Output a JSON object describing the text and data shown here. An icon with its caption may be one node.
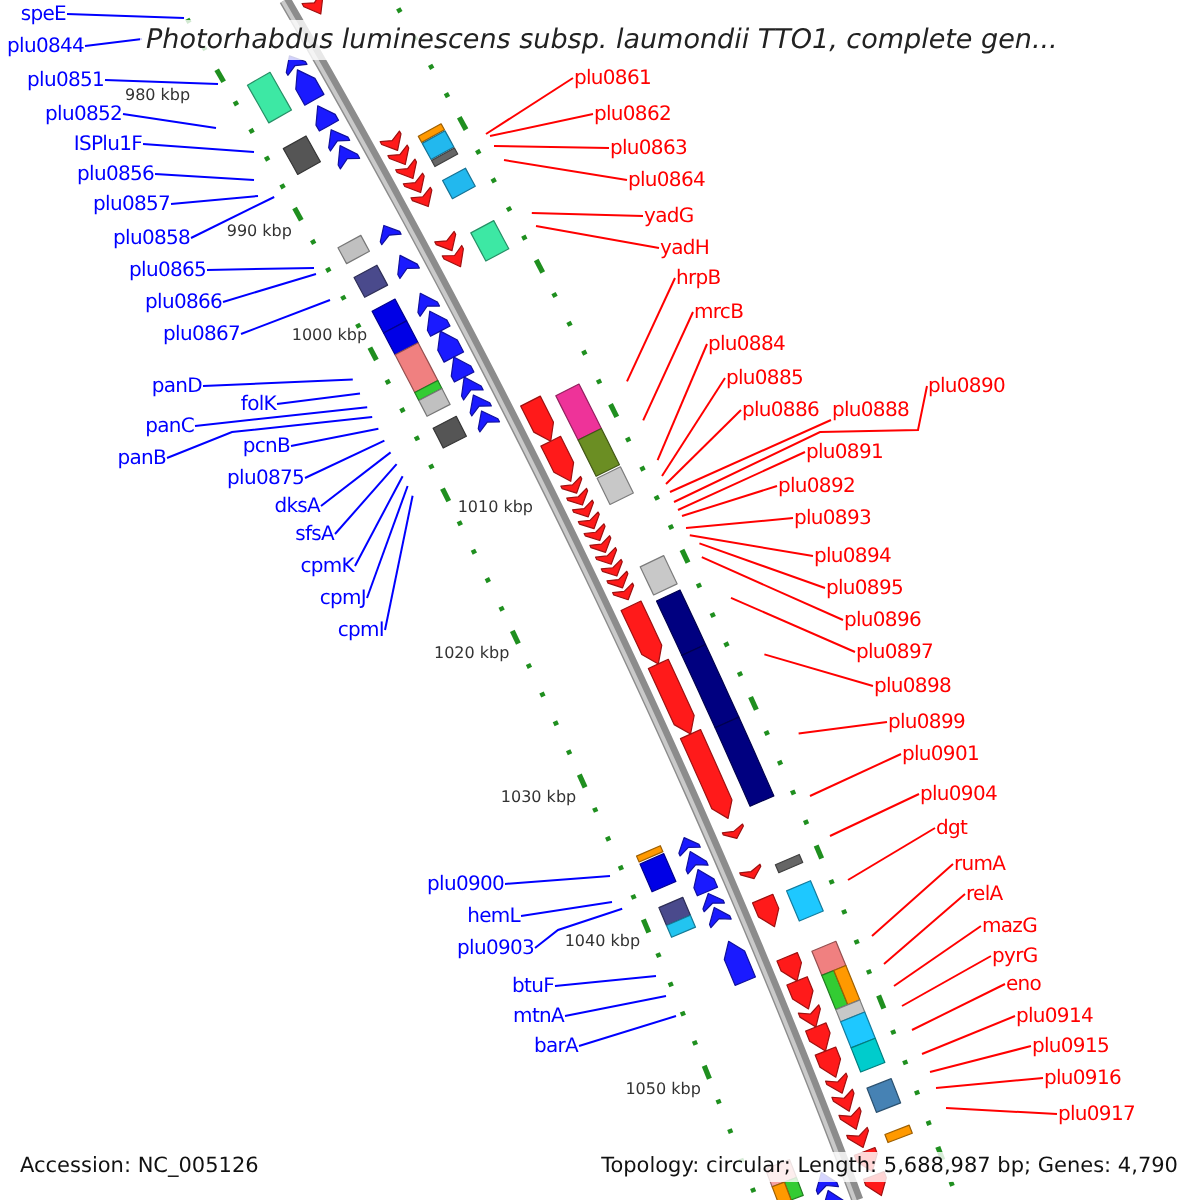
{
  "diagram": {
    "title": "Photorhabdus luminescens subsp. laumondii TTO1, complete gen...",
    "nodes": [
      {
        "text": [
          "speE"
        ]
      },
      {
        "text": [
          "plu0844"
        ]
      },
      {
        "text": [
          "plu0851"
        ]
      },
      {
        "text": [
          "plu0852"
        ]
      },
      {
        "text": [
          "ISPlu1F"
        ]
      },
      {
        "text": [
          "plu0856"
        ]
      },
      {
        "text": [
          "plu0857"
        ]
      },
      {
        "text": [
          "plu0858"
        ]
      },
      {
        "text": [
          "plu0865"
        ]
      },
      {
        "text": [
          "plu0866"
        ]
      },
      {
        "text": [
          "plu0867"
        ]
      },
      {
        "text": [
          "panD"
        ]
      },
      {
        "text": [
          "folK"
        ]
      },
      {
        "text": [
          "panC"
        ]
      },
      {
        "text": [
          "pcnB"
        ]
      },
      {
        "text": [
          "panB"
        ]
      },
      {
        "text": [
          "plu0875"
        ]
      },
      {
        "text": [
          "dksA"
        ]
      },
      {
        "text": [
          "sfsA"
        ]
      },
      {
        "text": [
          "cpmK"
        ]
      },
      {
        "text": [
          "cpmJ"
        ]
      },
      {
        "text": [
          "cpmI"
        ]
      },
      {
        "text": [
          "plu0861"
        ]
      },
      {
        "text": [
          "plu0862"
        ]
      },
      {
        "text": [
          "plu0863"
        ]
      },
      {
        "text": [
          "plu0864"
        ]
      },
      {
        "text": [
          "yadG"
        ]
      },
      {
        "text": [
          "yadH"
        ]
      },
      {
        "text": [
          "hrpB"
        ]
      },
      {
        "text": [
          "mrcB"
        ]
      },
      {
        "text": [
          "plu0884"
        ]
      },
      {
        "text": [
          "plu0885"
        ]
      },
      {
        "text": [
          "plu0890"
        ]
      },
      {
        "text": [
          "plu0886"
        ]
      },
      {
        "text": [
          "plu0888"
        ]
      },
      {
        "text": [
          "plu0891"
        ]
      },
      {
        "text": [
          "plu0892"
        ]
      },
      {
        "text": [
          "plu0893"
        ]
      },
      {
        "text": [
          "plu0894"
        ]
      },
      {
        "text": [
          "plu0895"
        ]
      },
      {
        "text": [
          "plu0896"
        ]
      },
      {
        "text": [
          "plu0897"
        ]
      },
      {
        "text": [
          "plu0898"
        ]
      },
      {
        "text": [
          "plu0899"
        ]
      },
      {
        "text": [
          "plu0901"
        ]
      },
      {
        "text": [
          "plu0904"
        ]
      },
      {
        "text": [
          "dgt"
        ]
      },
      {
        "text": [
          "rumA"
        ]
      },
      {
        "text": [
          "relA"
        ]
      },
      {
        "text": [
          "mazG"
        ]
      },
      {
        "text": [
          "pyrG"
        ]
      },
      {
        "text": [
          "eno"
        ]
      },
      {
        "text": [
          "plu0914"
        ]
      },
      {
        "text": [
          "plu0915"
        ]
      },
      {
        "text": [
          "plu0916"
        ]
      },
      {
        "text": [
          "plu0917"
        ]
      },
      {
        "text": [
          "plu0900"
        ]
      },
      {
        "text": [
          "hemL"
        ]
      },
      {
        "text": [
          "plu0903"
        ]
      },
      {
        "text": [
          "btuF"
        ]
      },
      {
        "text": [
          "mtnA"
        ]
      },
      {
        "text": [
          "barA"
        ]
      }
    ],
    "edges": [
      {
        "from": 0,
        "to": null,
        "arrow": "none",
        "color": "#0000ff"
      },
      {
        "from": 1,
        "to": null,
        "arrow": "none",
        "color": "#0000ff"
      },
      {
        "from": 2,
        "to": null,
        "arrow": "none",
        "color": "#0000ff"
      },
      {
        "from": 3,
        "to": null,
        "arrow": "none",
        "color": "#0000ff"
      },
      {
        "from": 4,
        "to": null,
        "arrow": "none",
        "color": "#0000ff"
      },
      {
        "from": 5,
        "to": null,
        "arrow": "none",
        "color": "#0000ff"
      },
      {
        "from": 6,
        "to": null,
        "arrow": "none",
        "color": "#0000ff"
      },
      {
        "from": 7,
        "to": null,
        "arrow": "none",
        "color": "#0000ff"
      },
      {
        "from": 8,
        "to": null,
        "arrow": "none",
        "color": "#0000ff"
      },
      {
        "from": 9,
        "to": null,
        "arrow": "none",
        "color": "#0000ff"
      },
      {
        "from": 10,
        "to": null,
        "arrow": "none",
        "color": "#0000ff"
      },
      {
        "from": 11,
        "to": null,
        "arrow": "none",
        "color": "#0000ff"
      },
      {
        "from": 12,
        "to": null,
        "arrow": "none",
        "color": "#0000ff"
      },
      {
        "from": 13,
        "to": null,
        "arrow": "none",
        "color": "#0000ff"
      },
      {
        "from": 14,
        "to": null,
        "arrow": "none",
        "color": "#0000ff"
      },
      {
        "from": 15,
        "to": null,
        "arrow": "none",
        "color": "#0000ff"
      },
      {
        "from": 16,
        "to": null,
        "arrow": "none",
        "color": "#0000ff"
      },
      {
        "from": 17,
        "to": null,
        "arrow": "none",
        "color": "#0000ff"
      },
      {
        "from": 18,
        "to": null,
        "arrow": "none",
        "color": "#0000ff"
      },
      {
        "from": 19,
        "to": null,
        "arrow": "none",
        "color": "#0000ff"
      },
      {
        "from": 20,
        "to": null,
        "arrow": "none",
        "color": "#0000ff"
      },
      {
        "from": 21,
        "to": null,
        "arrow": "none",
        "color": "#0000ff"
      },
      {
        "from": 22,
        "to": null,
        "arrow": "none"
      },
      {
        "from": 23,
        "to": null,
        "arrow": "none"
      },
      {
        "from": 24,
        "to": null,
        "arrow": "none"
      },
      {
        "from": 25,
        "to": null,
        "arrow": "none"
      },
      {
        "from": 26,
        "to": null,
        "arrow": "none"
      },
      {
        "from": 27,
        "to": null,
        "arrow": "none"
      },
      {
        "from": 28,
        "to": null,
        "arrow": "none"
      },
      {
        "from": 29,
        "to": null,
        "arrow": "none"
      },
      {
        "from": 30,
        "to": null,
        "arrow": "none"
      },
      {
        "from": 31,
        "to": null,
        "arrow": "none"
      },
      {
        "from": 32,
        "to": null,
        "arrow": "none"
      },
      {
        "from": 33,
        "to": null,
        "arrow": "none"
      },
      {
        "from": 34,
        "to": null,
        "arrow": "none"
      },
      {
        "from": 35,
        "to": null,
        "arrow": "none"
      },
      {
        "from": 36,
        "to": null,
        "arrow": "none"
      },
      {
        "from": 37,
        "to": null,
        "arrow": "none"
      },
      {
        "from": 38,
        "to": null,
        "arrow": "none"
      },
      {
        "from": 39,
        "to": null,
        "arrow": "none"
      },
      {
        "from": 40,
        "to": null,
        "arrow": "none"
      },
      {
        "from": 41,
        "to": null,
        "arrow": "none"
      },
      {
        "from": 42,
        "to": null,
        "arrow": "none"
      },
      {
        "from": 43,
        "to": null,
        "arrow": "none"
      },
      {
        "from": 44,
        "to": null,
        "arrow": "none"
      },
      {
        "from": 45,
        "to": null,
        "arrow": "none"
      },
      {
        "from": 46,
        "to": null,
        "arrow": "none"
      },
      {
        "from": 47,
        "to": null,
        "arrow": "none"
      },
      {
        "from": 48,
        "to": null,
        "arrow": "none"
      },
      {
        "from": 49,
        "to": null,
        "arrow": "none"
      },
      {
        "from": 50,
        "to": null,
        "arrow": "none"
      },
      {
        "from": 51,
        "to": null,
        "arrow": "none"
      },
      {
        "from": 52,
        "to": null,
        "arrow": "none"
      },
      {
        "from": 53,
        "to": null,
        "arrow": "none"
      },
      {
        "from": 54,
        "to": null,
        "arrow": "none"
      },
      {
        "from": 55,
        "to": null,
        "arrow": "none"
      },
      {
        "from": 56,
        "to": null,
        "arrow": "none",
        "color": "#0000ff"
      },
      {
        "from": 57,
        "to": null,
        "arrow": "none",
        "color": "#0000ff"
      },
      {
        "from": 58,
        "to": null,
        "arrow": "none",
        "color": "#0000ff"
      },
      {
        "from": 59,
        "to": null,
        "arrow": "none",
        "color": "#0000ff"
      },
      {
        "from": 60,
        "to": null,
        "arrow": "none",
        "color": "#0000ff"
      },
      {
        "from": 61,
        "to": null,
        "arrow": "none",
        "color": "#0000ff"
      }
    ],
    "labels": [
      "980 kbp",
      "990 kbp",
      "1000 kbp",
      "1010 kbp",
      "1020 kbp",
      "1030 kbp",
      "1040 kbp",
      "1050 kbp",
      "Accession: NC_005126",
      "Topology: circular; Length: 5,688,987 bp; Genes: 4,790"
    ]
  }
}
